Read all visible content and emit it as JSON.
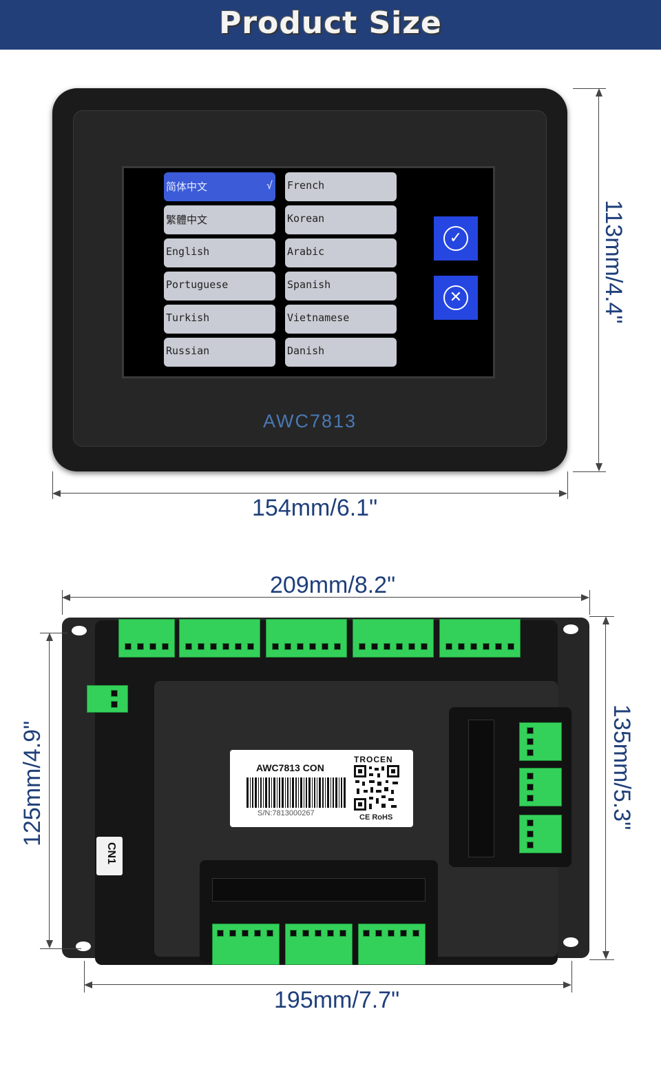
{
  "banner": {
    "title": "Product Size"
  },
  "panel": {
    "model": "AWC7813",
    "languages_left": [
      "简体中文",
      "繁體中文",
      "English",
      "Portuguese",
      "Turkish",
      "Russian"
    ],
    "languages_right": [
      "French",
      "Korean",
      "Arabic",
      "Spanish",
      "Vietnamese",
      "Danish"
    ],
    "selected_language": "简体中文",
    "selected_mark": "√",
    "confirm_icon": "check-circle-icon",
    "cancel_icon": "x-circle-icon"
  },
  "dimensions": {
    "panel_width": "154mm/6.1\"",
    "panel_height": "113mm/4.4\"",
    "board_width_top": "209mm/8.2\"",
    "board_height_right": "135mm/5.3\"",
    "board_height_left": "125mm/4.9\"",
    "board_width_bottom": "195mm/7.7\""
  },
  "board": {
    "label_title": "AWC7813 CON",
    "brand": "TROCEN",
    "serial": "S/N:7813000267",
    "certification": "CE RoHS",
    "connector_label": "CN1"
  },
  "colors": {
    "banner": "#223f7a",
    "dimension_text": "#1f3f7a",
    "terminal_green": "#34d15a",
    "screen_button": "#c9ccd4",
    "selected_button": "#3b5bd9",
    "action_button": "#2546e0"
  }
}
